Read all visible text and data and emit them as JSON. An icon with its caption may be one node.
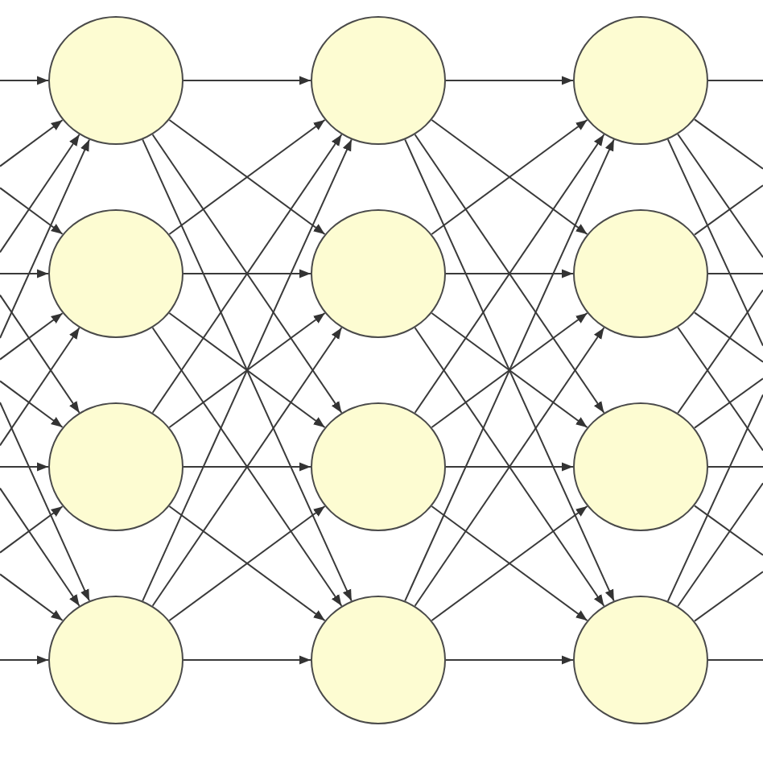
{
  "diagram": {
    "nodes": [
      {
        "text": [],
        "shape": "circle"
      },
      {
        "text": [],
        "shape": "circle"
      },
      {
        "text": [],
        "shape": "circle"
      },
      {
        "text": [],
        "shape": "circle"
      },
      {
        "text": [],
        "shape": "circle"
      },
      {
        "text": [],
        "shape": "circle"
      },
      {
        "text": [],
        "shape": "circle"
      },
      {
        "text": [],
        "shape": "circle"
      },
      {
        "text": [],
        "shape": "circle"
      },
      {
        "text": [],
        "shape": "circle"
      },
      {
        "text": [],
        "shape": "circle"
      },
      {
        "text": [],
        "shape": "circle"
      }
    ],
    "edges": [
      {
        "from": null,
        "to": 0,
        "arrow": "to"
      },
      {
        "from": null,
        "to": 0,
        "arrow": "to"
      },
      {
        "from": null,
        "to": 0,
        "arrow": "to"
      },
      {
        "from": null,
        "to": 0,
        "arrow": "to"
      },
      {
        "from": null,
        "to": 1,
        "arrow": "to"
      },
      {
        "from": null,
        "to": 1,
        "arrow": "to"
      },
      {
        "from": null,
        "to": 1,
        "arrow": "to"
      },
      {
        "from": null,
        "to": 1,
        "arrow": "to"
      },
      {
        "from": null,
        "to": 2,
        "arrow": "to"
      },
      {
        "from": null,
        "to": 2,
        "arrow": "to"
      },
      {
        "from": null,
        "to": 2,
        "arrow": "to"
      },
      {
        "from": null,
        "to": 2,
        "arrow": "to"
      },
      {
        "from": null,
        "to": 3,
        "arrow": "to"
      },
      {
        "from": null,
        "to": 3,
        "arrow": "to"
      },
      {
        "from": null,
        "to": 3,
        "arrow": "to"
      },
      {
        "from": null,
        "to": 3,
        "arrow": "to"
      },
      {
        "from": 0,
        "to": 4,
        "arrow": "to"
      },
      {
        "from": 0,
        "to": 5,
        "arrow": "to"
      },
      {
        "from": 0,
        "to": 6,
        "arrow": "to"
      },
      {
        "from": 0,
        "to": 7,
        "arrow": "to"
      },
      {
        "from": 1,
        "to": 4,
        "arrow": "to"
      },
      {
        "from": 1,
        "to": 5,
        "arrow": "to"
      },
      {
        "from": 1,
        "to": 6,
        "arrow": "to"
      },
      {
        "from": 1,
        "to": 7,
        "arrow": "to"
      },
      {
        "from": 2,
        "to": 4,
        "arrow": "to"
      },
      {
        "from": 2,
        "to": 5,
        "arrow": "to"
      },
      {
        "from": 2,
        "to": 6,
        "arrow": "to"
      },
      {
        "from": 2,
        "to": 7,
        "arrow": "to"
      },
      {
        "from": 3,
        "to": 4,
        "arrow": "to"
      },
      {
        "from": 3,
        "to": 5,
        "arrow": "to"
      },
      {
        "from": 3,
        "to": 6,
        "arrow": "to"
      },
      {
        "from": 3,
        "to": 7,
        "arrow": "to"
      },
      {
        "from": 4,
        "to": 8,
        "arrow": "to"
      },
      {
        "from": 4,
        "to": 9,
        "arrow": "to"
      },
      {
        "from": 4,
        "to": 10,
        "arrow": "to"
      },
      {
        "from": 4,
        "to": 11,
        "arrow": "to"
      },
      {
        "from": 5,
        "to": 8,
        "arrow": "to"
      },
      {
        "from": 5,
        "to": 9,
        "arrow": "to"
      },
      {
        "from": 5,
        "to": 10,
        "arrow": "to"
      },
      {
        "from": 5,
        "to": 11,
        "arrow": "to"
      },
      {
        "from": 6,
        "to": 8,
        "arrow": "to"
      },
      {
        "from": 6,
        "to": 9,
        "arrow": "to"
      },
      {
        "from": 6,
        "to": 10,
        "arrow": "to"
      },
      {
        "from": 6,
        "to": 11,
        "arrow": "to"
      },
      {
        "from": 7,
        "to": 8,
        "arrow": "to"
      },
      {
        "from": 7,
        "to": 9,
        "arrow": "to"
      },
      {
        "from": 7,
        "to": 10,
        "arrow": "to"
      },
      {
        "from": 7,
        "to": 11,
        "arrow": "to"
      },
      {
        "from": 8,
        "to": null,
        "arrow": "none"
      },
      {
        "from": 8,
        "to": null,
        "arrow": "none"
      },
      {
        "from": 8,
        "to": null,
        "arrow": "none"
      },
      {
        "from": 8,
        "to": null,
        "arrow": "none"
      },
      {
        "from": 9,
        "to": null,
        "arrow": "none"
      },
      {
        "from": 9,
        "to": null,
        "arrow": "none"
      },
      {
        "from": 9,
        "to": null,
        "arrow": "none"
      },
      {
        "from": 9,
        "to": null,
        "arrow": "none"
      },
      {
        "from": 10,
        "to": null,
        "arrow": "none"
      },
      {
        "from": 10,
        "to": null,
        "arrow": "none"
      },
      {
        "from": 10,
        "to": null,
        "arrow": "none"
      },
      {
        "from": 10,
        "to": null,
        "arrow": "none"
      },
      {
        "from": 11,
        "to": null,
        "arrow": "none"
      },
      {
        "from": 11,
        "to": null,
        "arrow": "none"
      },
      {
        "from": 11,
        "to": null,
        "arrow": "none"
      },
      {
        "from": 11,
        "to": null,
        "arrow": "none"
      }
    ]
  }
}
